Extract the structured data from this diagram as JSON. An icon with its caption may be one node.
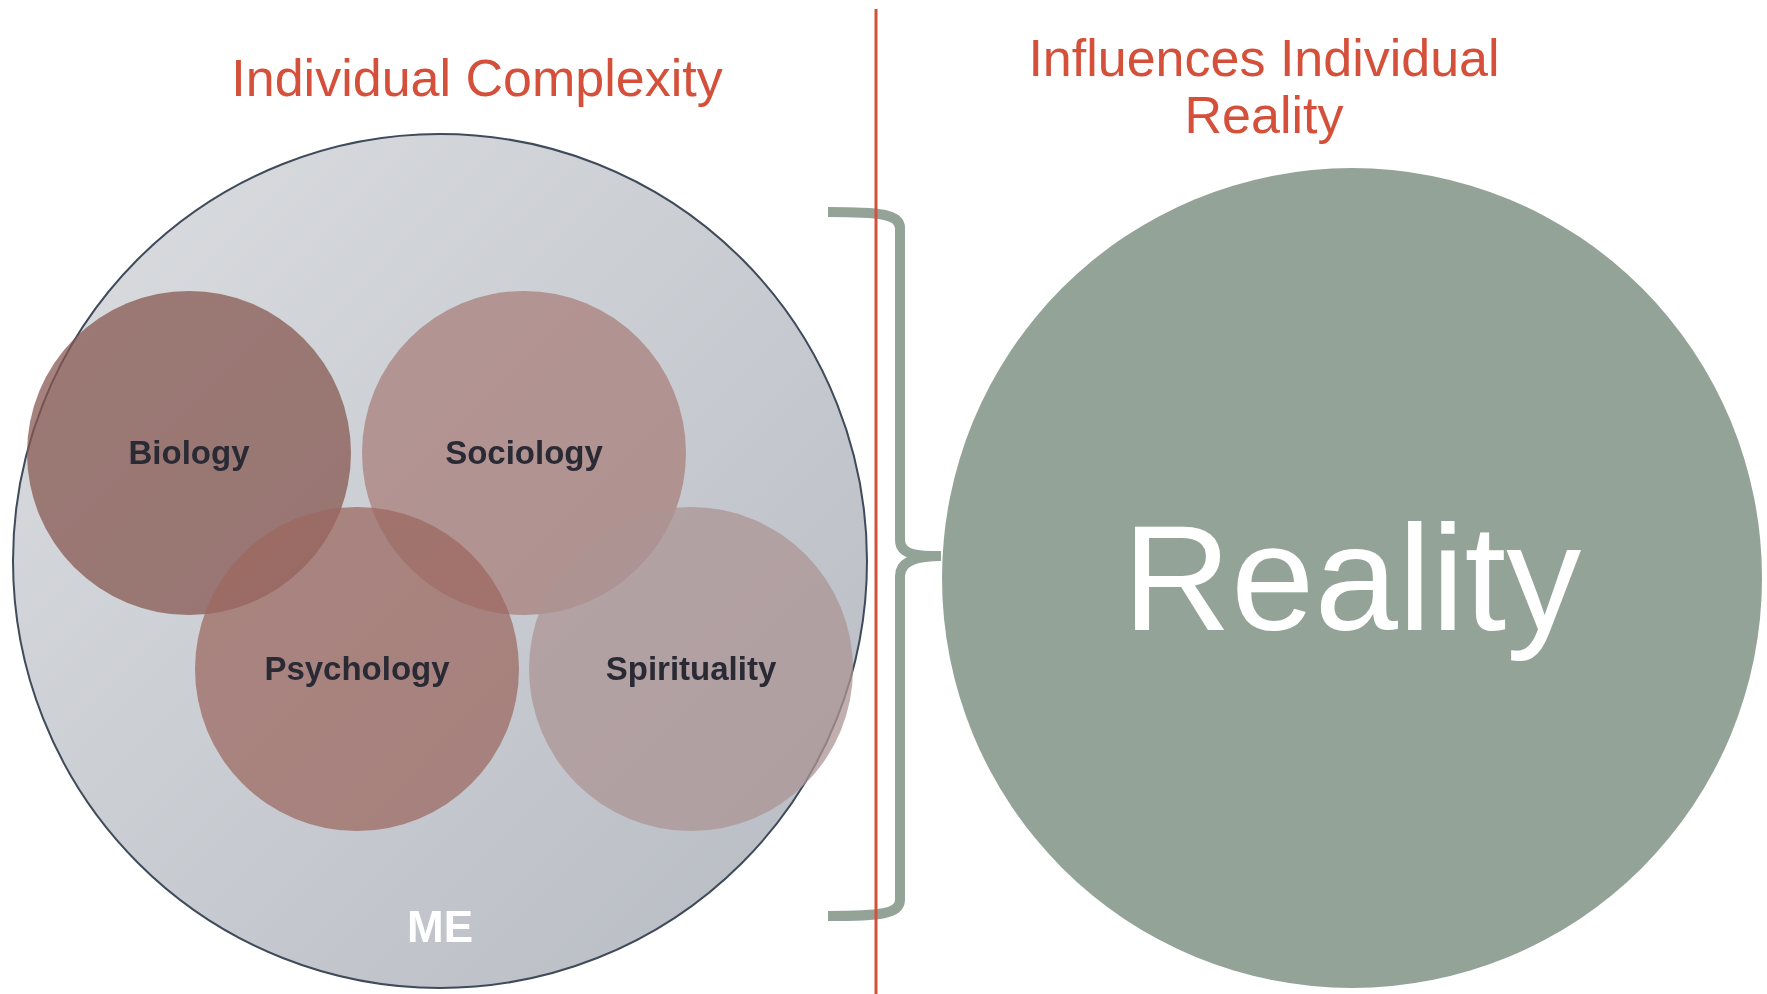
{
  "diagram": {
    "nodes": [
      {
        "text": [
          "ME"
        ]
      },
      {
        "text": [
          "Biology"
        ],
        "in": 0
      },
      {
        "text": [
          "Sociology"
        ],
        "in": 0
      },
      {
        "text": [
          "Psychology"
        ],
        "in": 0
      },
      {
        "text": [
          "Spirituality"
        ],
        "in": 0
      },
      {
        "text": [
          "Reality"
        ]
      }
    ],
    "labels": [
      "Individual Complexity",
      "Influences Individual Reality"
    ]
  }
}
